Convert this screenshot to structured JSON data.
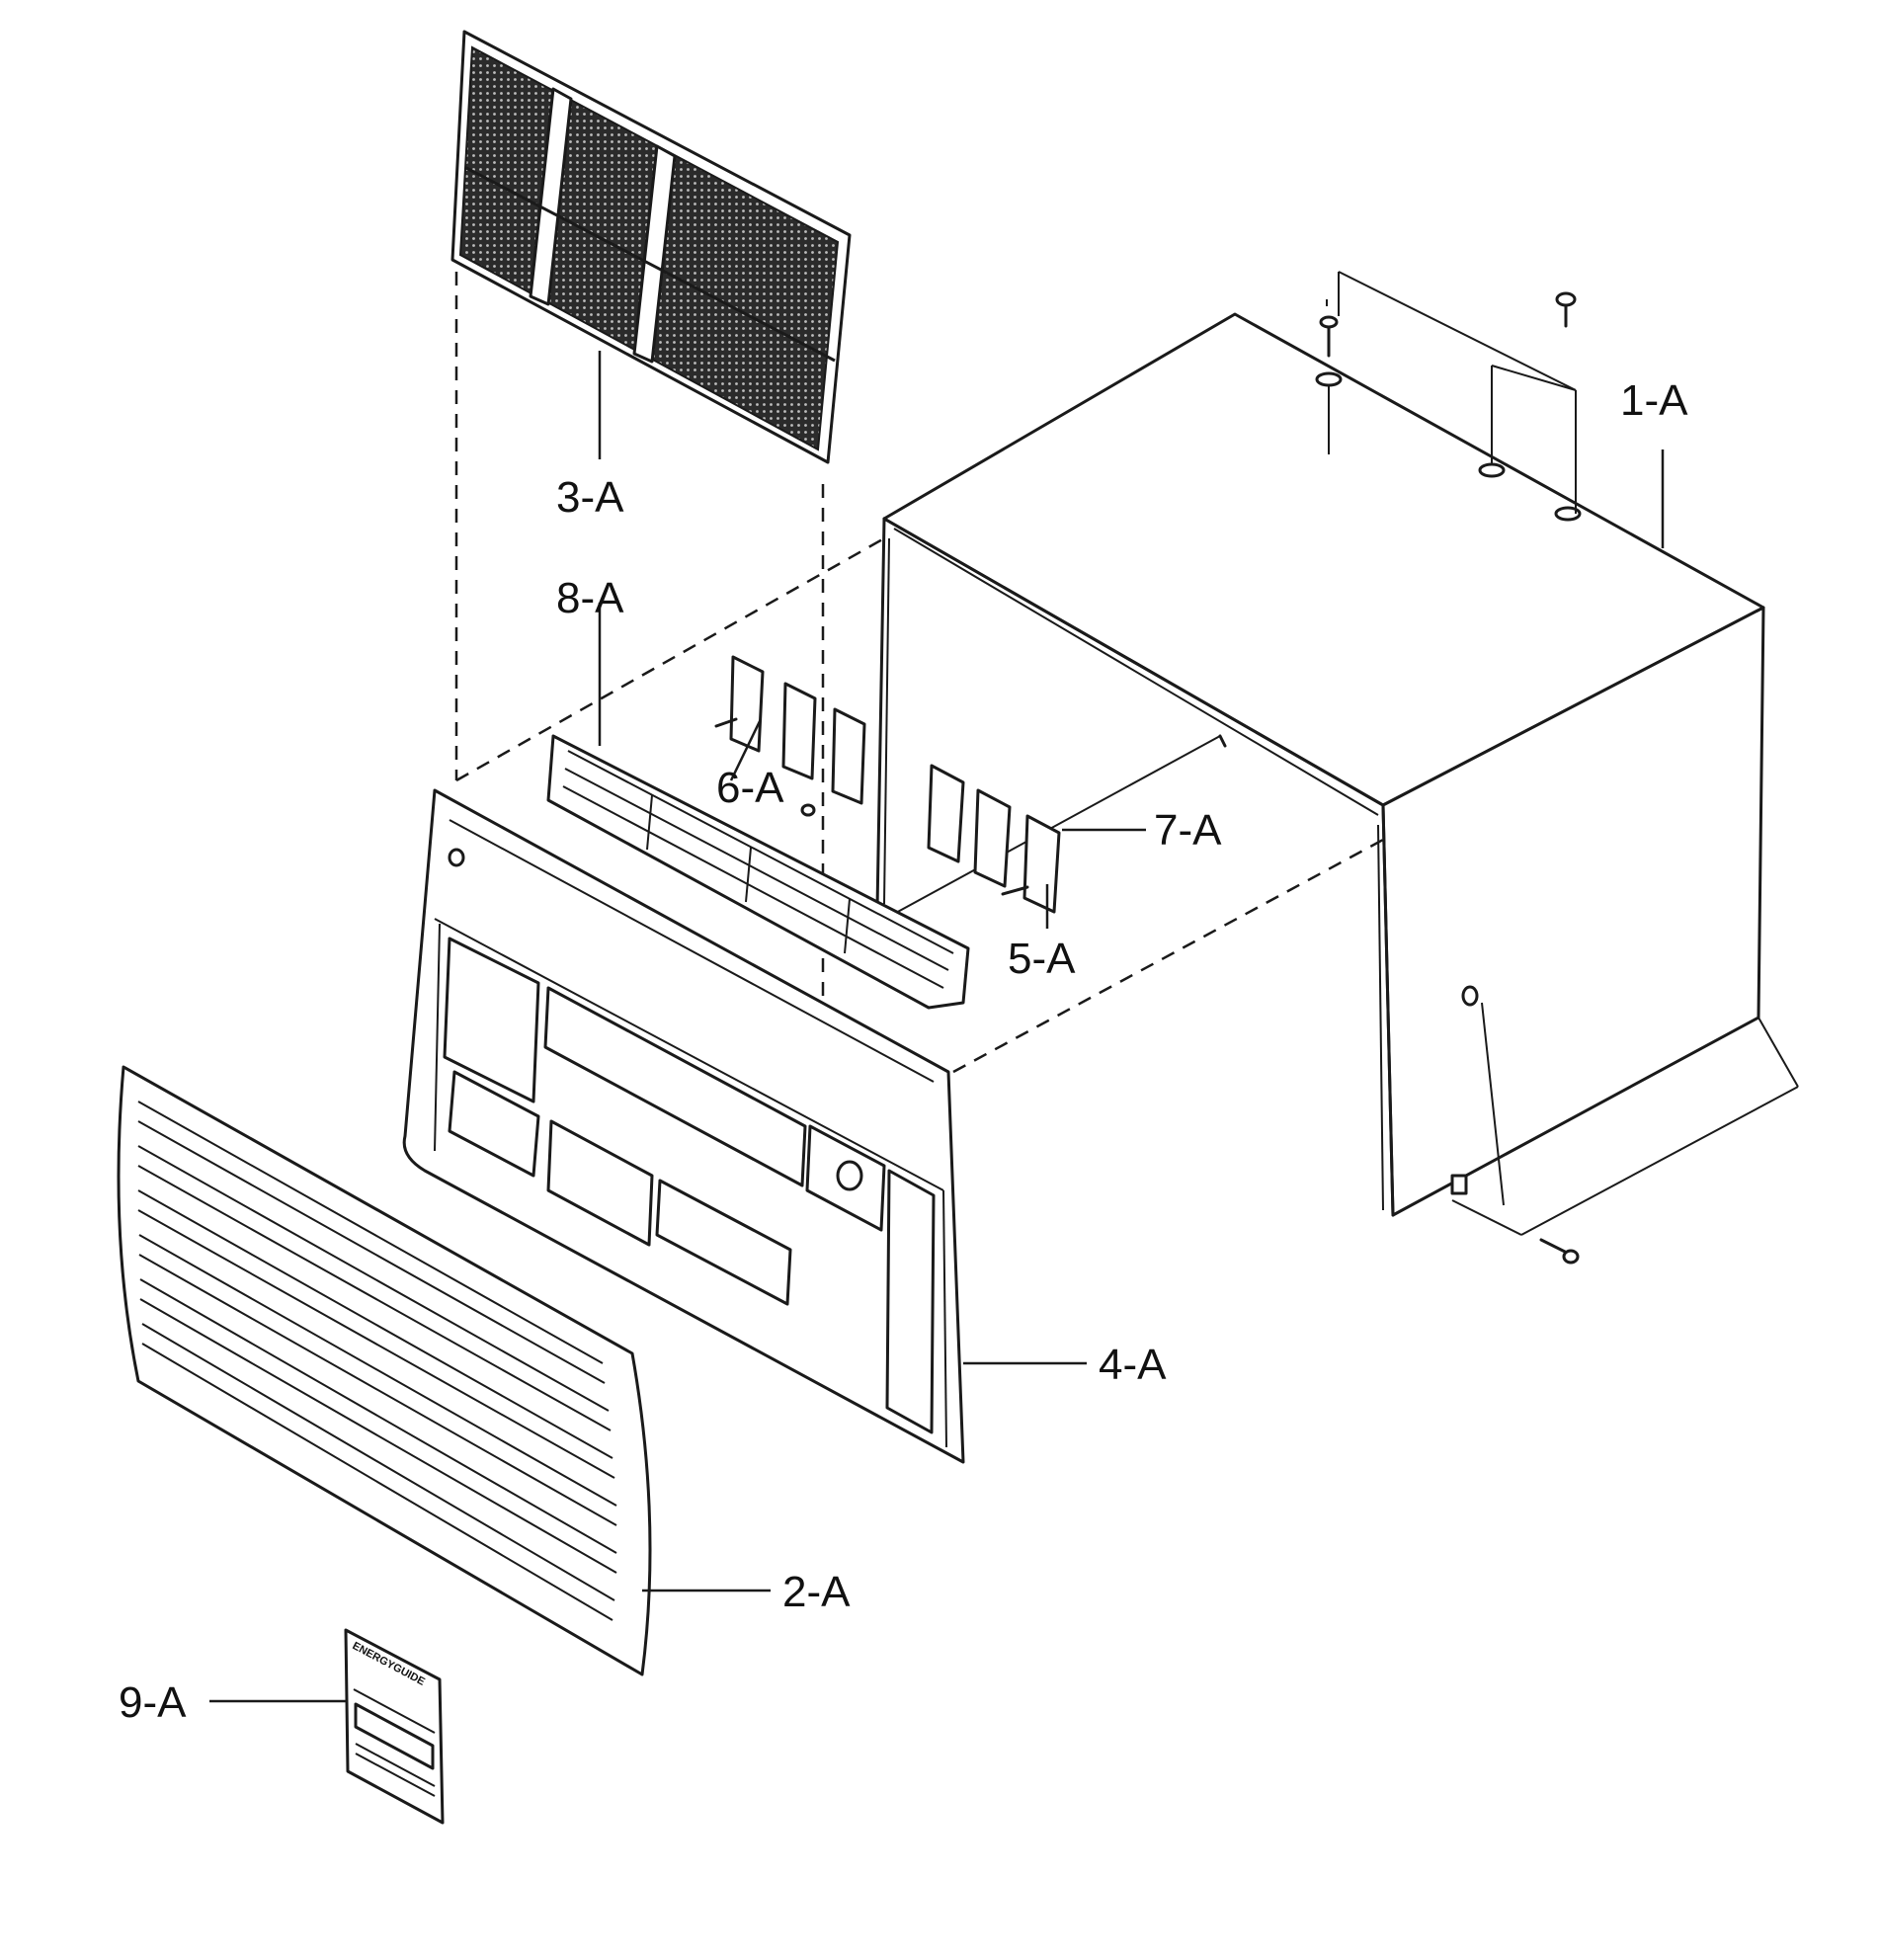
{
  "diagram": {
    "labels": {
      "cabinet": "1-A",
      "front_grille": "2-A",
      "air_filter": "3-A",
      "front_frame": "4-A",
      "bracket_lower": "5-A",
      "bracket_upper": "6-A",
      "bracket_side": "7-A",
      "louver": "8-A",
      "energy_label": "9-A"
    },
    "energy_label_header": "ENERGYGUIDE",
    "colors": {
      "line": "#1a1a1a",
      "background": "#ffffff",
      "filter_fill": "#3a3a3a"
    }
  }
}
